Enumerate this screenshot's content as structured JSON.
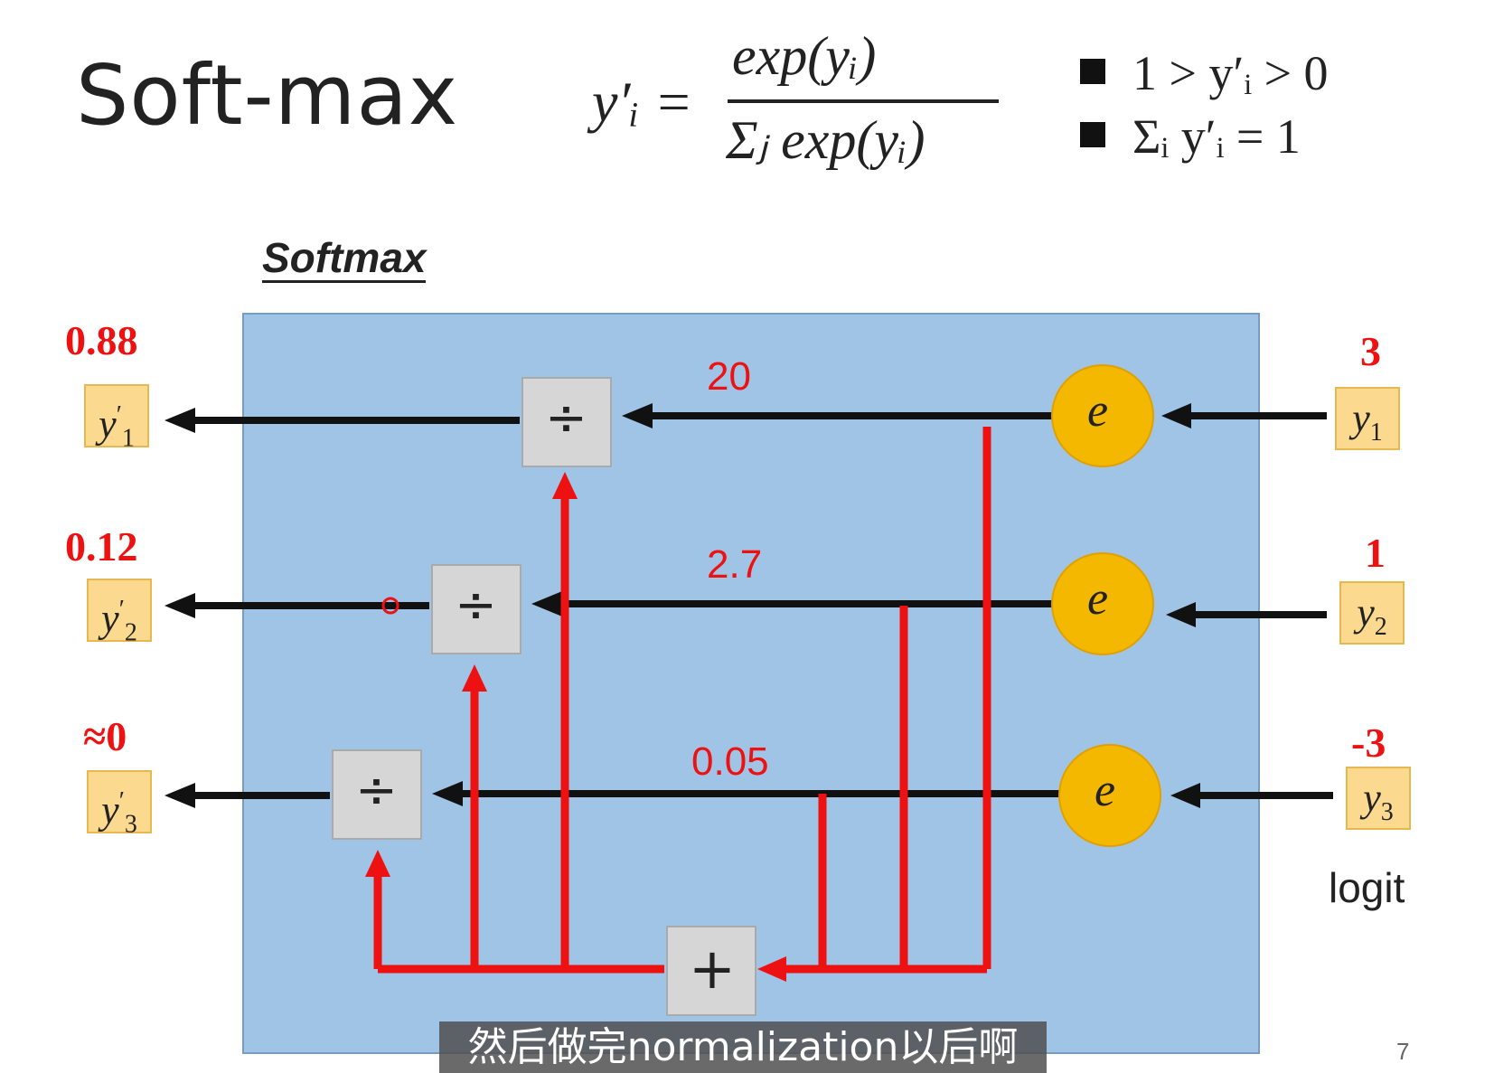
{
  "title": "Soft-max",
  "formula": {
    "lhs": "y′ᵢ =",
    "numerator": "exp(yᵢ)",
    "denominator": "Σⱼ exp(yᵢ)"
  },
  "properties": [
    "1 > y′ᵢ > 0",
    "Σᵢ y′ᵢ = 1"
  ],
  "diagram_title": "Softmax",
  "inputs": [
    {
      "value": "3",
      "symbol": "y",
      "sub": "1"
    },
    {
      "value": "1",
      "symbol": "y",
      "sub": "2"
    },
    {
      "value": "-3",
      "symbol": "y",
      "sub": "3"
    }
  ],
  "exp_node_label": "e",
  "exp_values": [
    "20",
    "2.7",
    "0.05"
  ],
  "divide_symbol": "÷",
  "sum_symbol": "+",
  "outputs": [
    {
      "value": "0.88",
      "symbol": "y",
      "sub": "1",
      "sup": "′"
    },
    {
      "value": "0.12",
      "symbol": "y",
      "sub": "2",
      "sup": "′"
    },
    {
      "value": "≈0",
      "symbol": "y",
      "sub": "3",
      "sup": "′"
    }
  ],
  "logit_label": "logit",
  "caption": "然后做完normalization以后啊",
  "page_number": "7",
  "colors": {
    "background_box": "#a0c4e6",
    "node": "#f5b800",
    "red": "#ee1111",
    "label_fill": "#fbd98e"
  }
}
